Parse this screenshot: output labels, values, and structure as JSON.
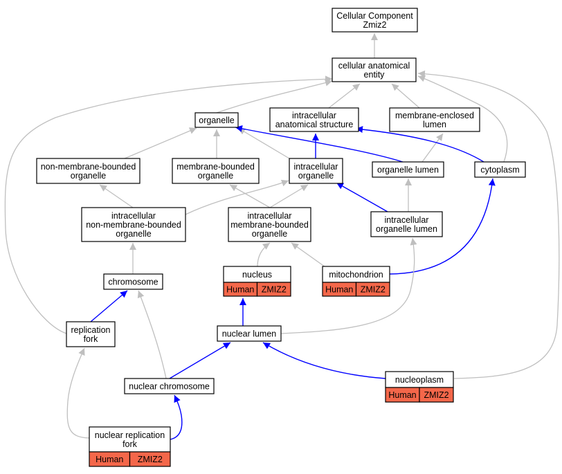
{
  "colors": {
    "is_a_edge": "#bfbfbf",
    "part_of_edge": "#0000ff",
    "annotation_fill": "#f4674a",
    "node_fill": "#ffffff",
    "border": "#000000"
  },
  "nodes": {
    "root": {
      "lines": [
        "Cellular Component",
        "Zmiz2"
      ]
    },
    "cae": {
      "lines": [
        "cellular anatomical",
        "entity"
      ]
    },
    "organelle": {
      "lines": [
        "organelle"
      ]
    },
    "ias": {
      "lines": [
        "intracellular",
        "anatomical structure"
      ]
    },
    "mel": {
      "lines": [
        "membrane-enclosed",
        "lumen"
      ]
    },
    "nmbo": {
      "lines": [
        "non-membrane-bounded",
        "organelle"
      ]
    },
    "mbo": {
      "lines": [
        "membrane-bounded",
        "organelle"
      ]
    },
    "io": {
      "lines": [
        "intracellular",
        "organelle"
      ]
    },
    "ol": {
      "lines": [
        "organelle lumen"
      ]
    },
    "cyto": {
      "lines": [
        "cytoplasm"
      ]
    },
    "inmbo": {
      "lines": [
        "intracellular",
        "non-membrane-bounded",
        "organelle"
      ]
    },
    "imbo": {
      "lines": [
        "intracellular",
        "membrane-bounded",
        "organelle"
      ]
    },
    "iol": {
      "lines": [
        "intracellular",
        "organelle lumen"
      ]
    },
    "nucleus": {
      "lines": [
        "nucleus"
      ],
      "annotation": [
        "Human",
        "ZMIZ2"
      ]
    },
    "mito": {
      "lines": [
        "mitochondrion"
      ],
      "annotation": [
        "Human",
        "ZMIZ2"
      ]
    },
    "chrom": {
      "lines": [
        "chromosome"
      ]
    },
    "rf": {
      "lines": [
        "replication",
        "fork"
      ]
    },
    "nl": {
      "lines": [
        "nuclear lumen"
      ]
    },
    "nc": {
      "lines": [
        "nuclear chromosome"
      ]
    },
    "np": {
      "lines": [
        "nucleoplasm"
      ],
      "annotation": [
        "Human",
        "ZMIZ2"
      ]
    },
    "nrf": {
      "lines": [
        "nuclear replication",
        "fork"
      ],
      "annotation": [
        "Human",
        "ZMIZ2"
      ]
    }
  }
}
